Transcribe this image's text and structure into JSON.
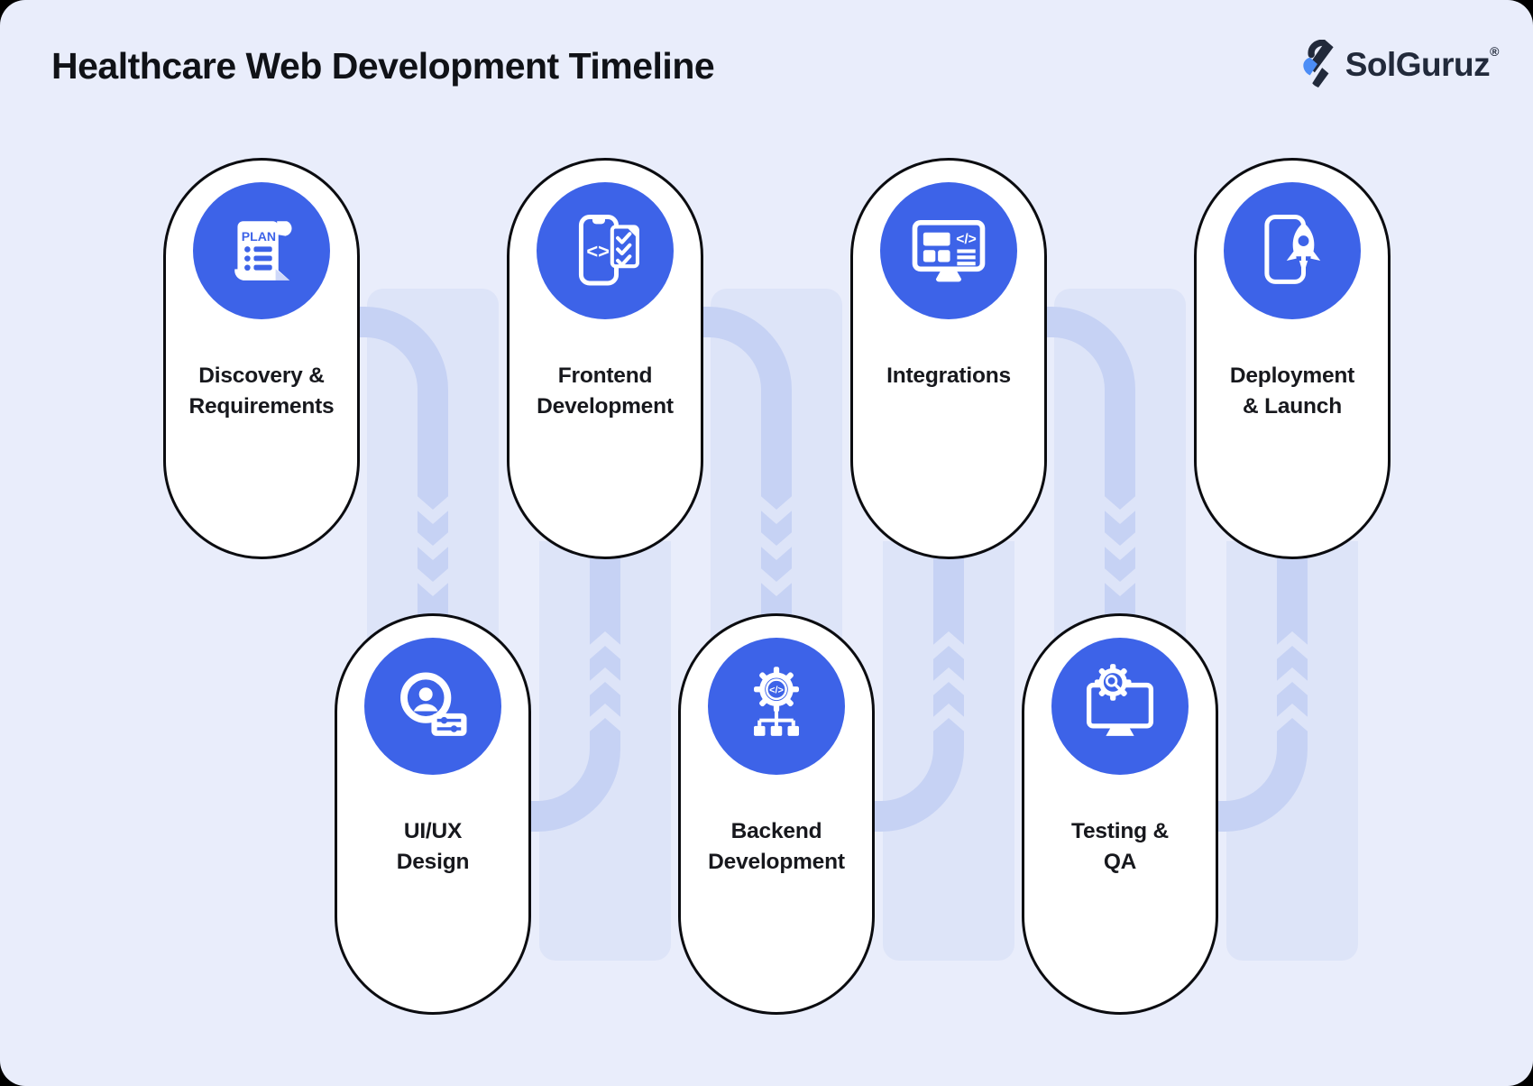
{
  "page": {
    "title": "Healthcare Web Development Timeline"
  },
  "brand": {
    "name": "SolGuruz",
    "registered_mark": "®",
    "logo_icon": "solguruz-bolt-icon",
    "navy": "#222A3B",
    "blue": "#4C8DF6"
  },
  "colors": {
    "background": "#E9EDFB",
    "card_fill": "#FFFFFF",
    "card_border": "#0B0C10",
    "step_circle_blue": "#3D63E8",
    "connector_track": "#C6D2F4",
    "connector_lane": "#DDE4F8",
    "text": "#17181D"
  },
  "steps": [
    {
      "label": "Discovery & Requirements",
      "lines": [
        "Discovery &",
        "Requirements"
      ],
      "icon": "plan-scroll-icon",
      "row": "top"
    },
    {
      "label": "UI/UX Design",
      "lines": [
        "UI/UX",
        "Design"
      ],
      "icon": "user-sliders-icon",
      "row": "bottom"
    },
    {
      "label": "Frontend Development",
      "lines": [
        "Frontend",
        "Development"
      ],
      "icon": "phone-code-checklist-icon",
      "row": "top"
    },
    {
      "label": "Backend Development",
      "lines": [
        "Backend",
        "Development"
      ],
      "icon": "gear-code-network-icon",
      "row": "bottom"
    },
    {
      "label": "Integrations",
      "lines": [
        "Integrations"
      ],
      "icon": "monitor-layout-code-icon",
      "row": "top"
    },
    {
      "label": "Testing & QA",
      "lines": [
        "Testing &",
        "QA"
      ],
      "icon": "monitor-inspect-gear-icon",
      "row": "bottom"
    },
    {
      "label": "Deployment & Launch",
      "lines": [
        "Deployment",
        "& Launch"
      ],
      "icon": "phone-rocket-icon",
      "row": "top"
    }
  ]
}
